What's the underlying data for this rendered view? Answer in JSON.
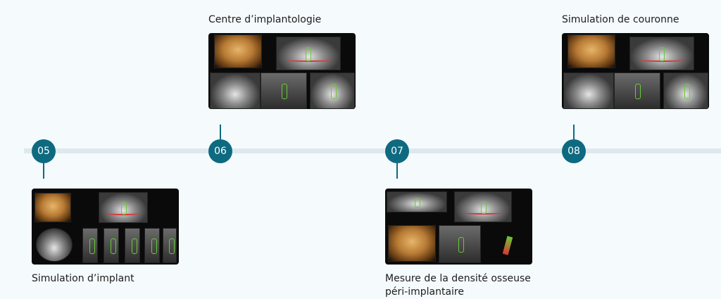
{
  "timeline": [
    {
      "number": "05",
      "label": "Simulation d’implant"
    },
    {
      "number": "06",
      "label": "Centre d’implantologie"
    },
    {
      "number": "07",
      "label": "Mesure de la densité osseuse péri-implantaire"
    },
    {
      "number": "08",
      "label": "Simulation de couronne"
    }
  ],
  "colors": {
    "accent": "#0e6a80",
    "track": "#dde9ee",
    "background": "#f5fafc"
  }
}
